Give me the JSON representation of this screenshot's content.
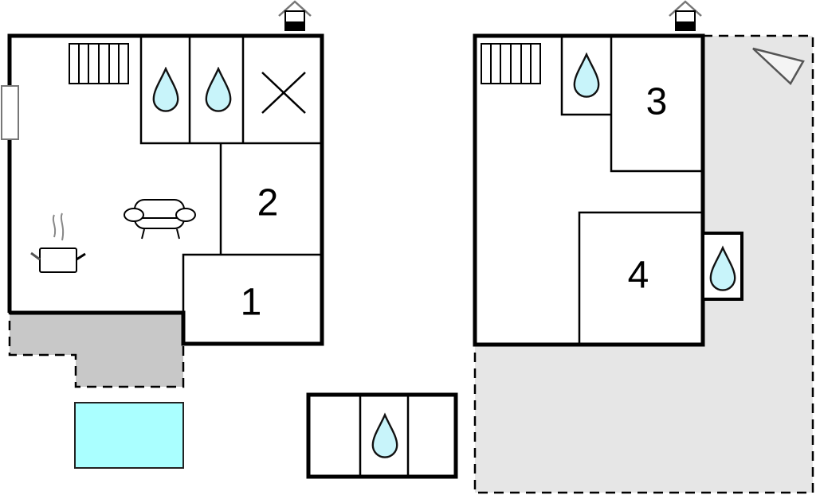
{
  "rooms": {
    "room1": "1",
    "room2": "2",
    "room3": "3",
    "room4": "4"
  },
  "icons": [
    "chimney-icon",
    "heater-icon",
    "water-drop-icon",
    "cross-icon",
    "window-icon",
    "sofa-icon",
    "cooking-pot-icon",
    "pool-icon",
    "compass-triangle-icon"
  ],
  "colors": {
    "wall": "#000000",
    "water": "#c8f4fa",
    "pool": "#aaffff",
    "terrace": "#c8c8c8",
    "garden": "#e6e6e6"
  }
}
